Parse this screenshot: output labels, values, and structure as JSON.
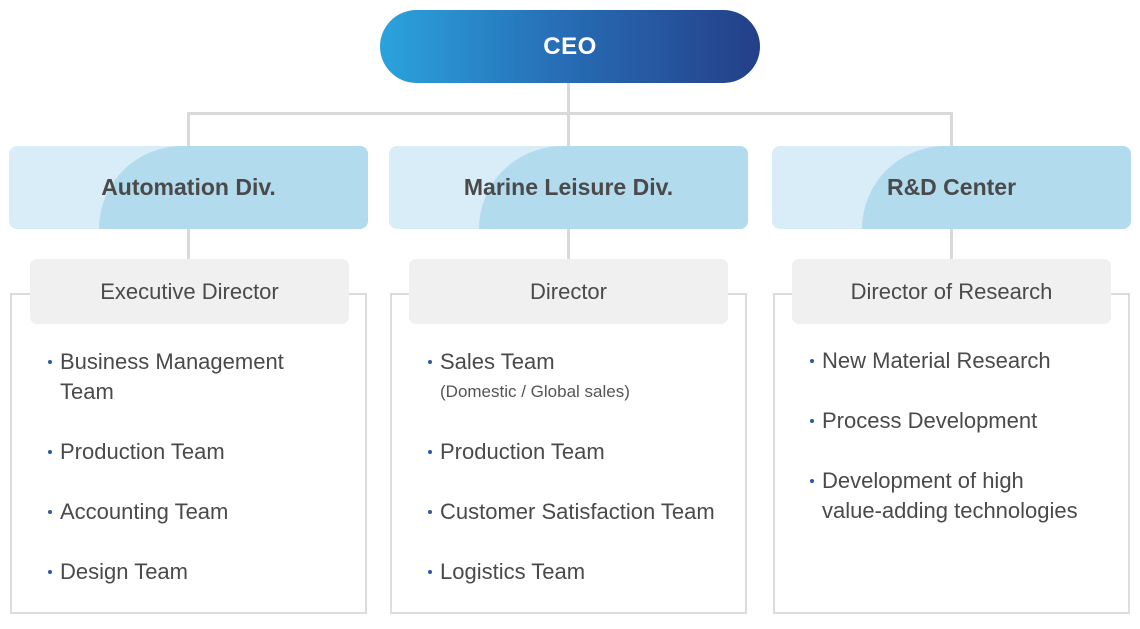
{
  "ceo": {
    "label": "CEO"
  },
  "divisions": [
    {
      "name": "Automation Div.",
      "director": "Executive Director",
      "teams": [
        {
          "line1": "Business Management",
          "line2": "Team"
        },
        {
          "line1": "Production Team"
        },
        {
          "line1": "Accounting Team"
        },
        {
          "line1": "Design Team"
        }
      ]
    },
    {
      "name": "Marine Leisure Div.",
      "director": "Director",
      "teams": [
        {
          "line1": "Sales Team",
          "sub": "(Domestic / Global sales)"
        },
        {
          "line1": "Production Team"
        },
        {
          "line1": "Customer Satisfaction Team"
        },
        {
          "line1": "Logistics Team"
        }
      ]
    },
    {
      "name": "R&D Center",
      "director": "Director of Research",
      "teams": [
        {
          "line1": "New Material Research"
        },
        {
          "line1": "Process Development"
        },
        {
          "line1": "Development of high",
          "line2": "value-adding technologies"
        }
      ]
    }
  ],
  "colors": {
    "ceo_gradient_start": "#2ba3dc",
    "ceo_gradient_end": "#243f88",
    "division_light": "#d8edf7",
    "division_dark": "#b2dbee",
    "director_bg": "#f0f0f0",
    "bullet": "#2a5aa0",
    "connector": "#d9d9d9"
  }
}
